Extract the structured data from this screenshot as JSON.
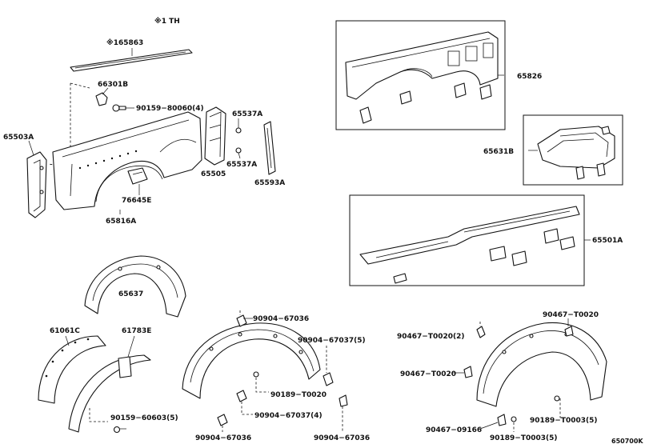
{
  "labels": {
    "note_1th": "※1 TH",
    "p165863": "※165863",
    "p66301B": "66301B",
    "p90159_80060": "90159−80060(4)",
    "p65503A": "65503A",
    "p65537A_top": "65537A",
    "p65537A_bot": "65537A",
    "p65505": "65505",
    "p65593A": "65593A",
    "p76645E": "76645E",
    "p65816A": "65816A",
    "p65826": "65826",
    "p65631B": "65631B",
    "p65501A": "65501A",
    "p65637": "65637",
    "p61061C": "61061C",
    "p61783E": "61783E",
    "p90159_60603": "90159−60603(5)",
    "p90904_67036_a": "90904−67036",
    "p90904_67037_5": "90904−67037(5)",
    "p90189_T0020": "90189−T0020",
    "p90904_67037_4": "90904−67037(4)",
    "p90904_67036_b": "90904−67036",
    "p90904_67036_c": "90904−67036",
    "p90467_T0020_2": "90467−T0020(2)",
    "p90467_T0020_top": "90467−T0020",
    "p90467_T0020_mid": "90467−T0020",
    "p90467_09166": "90467−09166",
    "p90189_T0003_5_a": "90189−T0003(5)",
    "p90189_T0003_5_b": "90189−T0003(5)",
    "diagram_code": "650700K"
  }
}
